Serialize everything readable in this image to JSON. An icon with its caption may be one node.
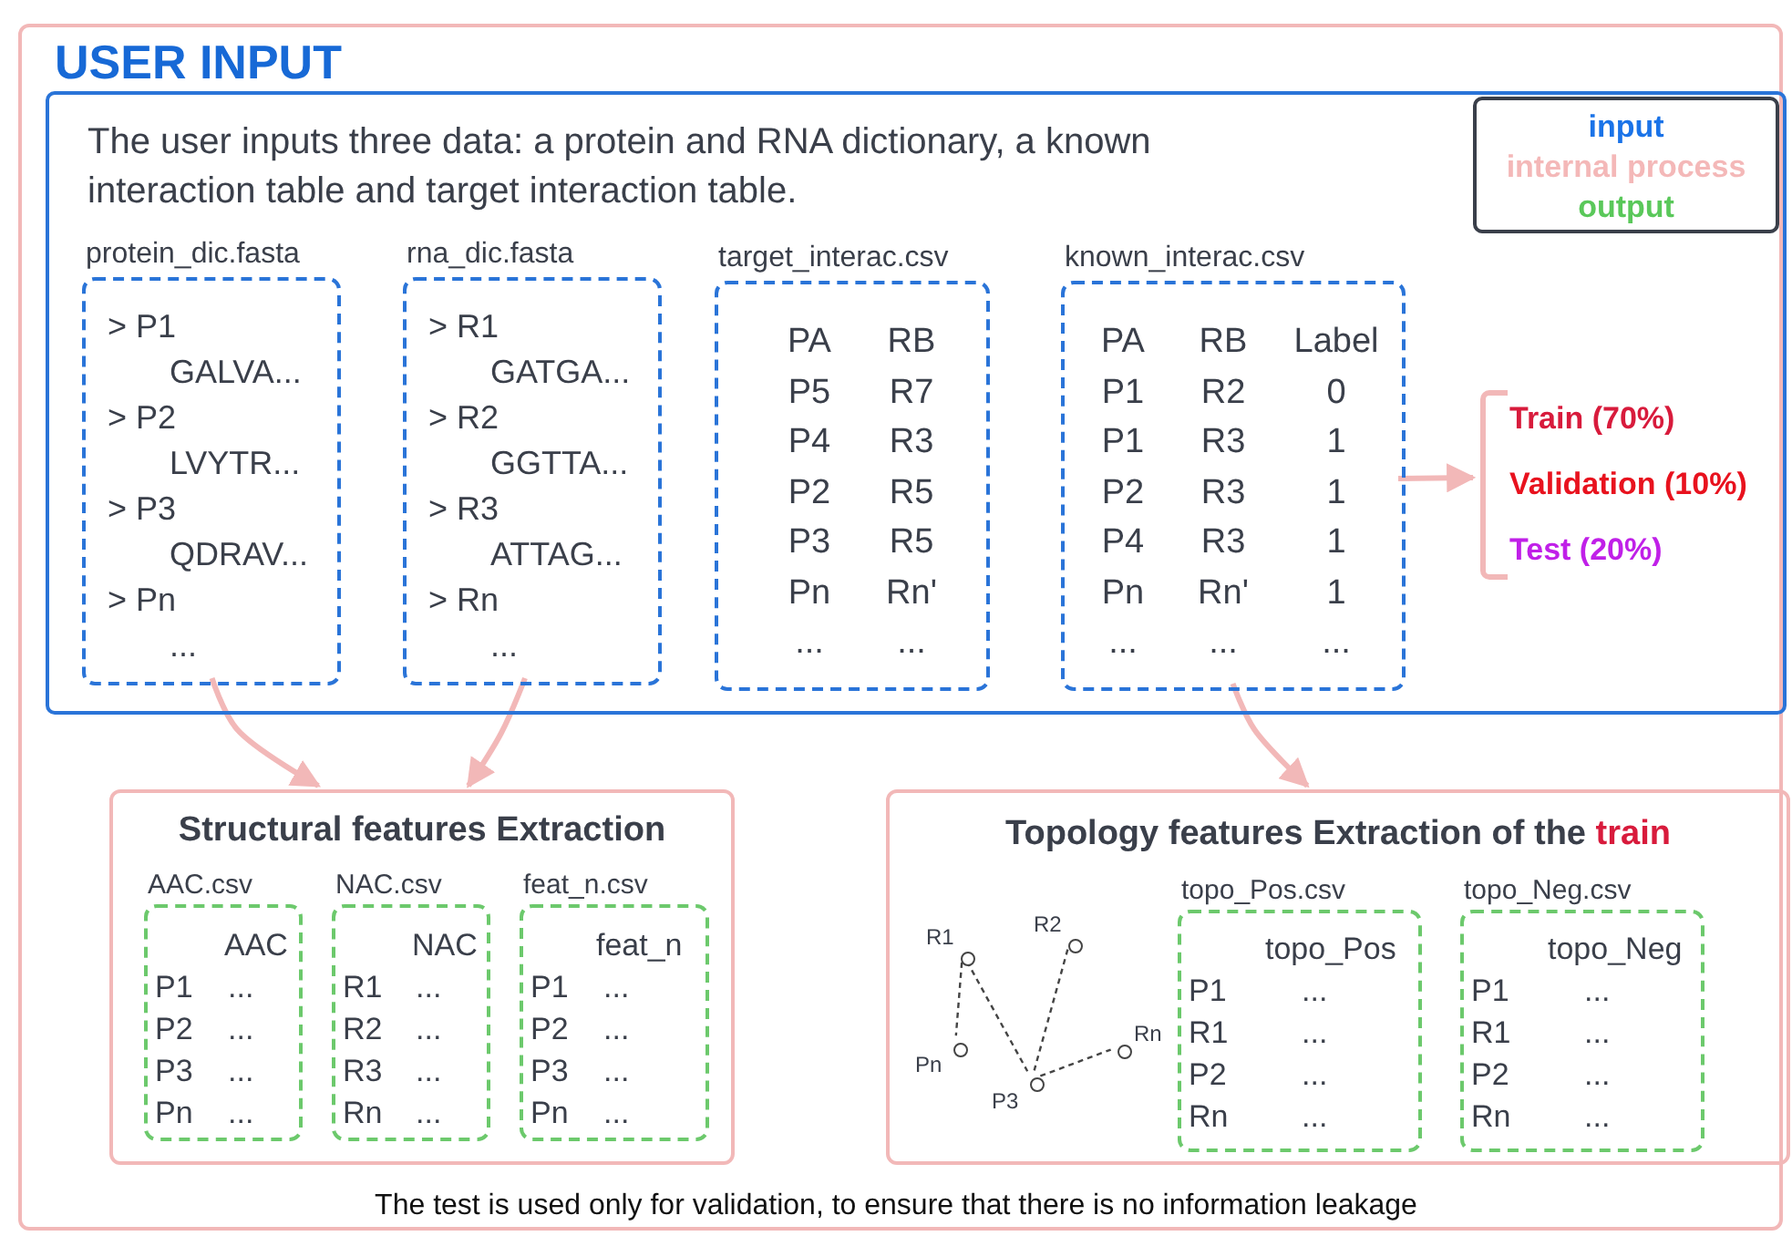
{
  "diagram": {
    "nodes": [
      {
        "text": [],
        "shape": "box"
      },
      {
        "text": [
          "USER INPUT",
          "The user inputs three data: a protein and RNA dictionary, a known interaction table and target interaction table."
        ],
        "in": 0
      },
      {
        "text": [
          "protein_dic.fasta",
          "> P1",
          "GALVA...",
          "> P2",
          "LVYTR...",
          "> P3",
          "QDRAV...",
          "> Pn",
          "..."
        ],
        "in": 1
      },
      {
        "text": [
          "rna_dic.fasta",
          "> R1",
          "GATGA...",
          "> R2",
          "GGTTA...",
          "> R3",
          "ATTAG...",
          "> Rn",
          "..."
        ],
        "in": 1
      },
      {
        "text": [
          "target_interac.csv",
          "PA",
          "RB",
          "P5",
          "R7",
          "P4",
          "R3",
          "P2",
          "R5",
          "P3",
          "R5",
          "Pn",
          "Rn'",
          "...",
          "..."
        ],
        "in": 1
      },
      {
        "text": [
          "known_interac.csv",
          "PA",
          "RB",
          "Label",
          "P1",
          "R2",
          "0",
          "P1",
          "R3",
          "1",
          "P2",
          "R3",
          "1",
          "P4",
          "R3",
          "1",
          "Pn",
          "Rn'",
          "1",
          "...",
          "...",
          "..."
        ],
        "in": 1
      },
      {
        "text": [
          "Train (70%)",
          "Validation (10%)",
          "Test (20%)"
        ],
        "in": 1
      },
      {
        "text": [
          "Structural features Extraction"
        ],
        "in": 0
      },
      {
        "text": [
          "AAC.csv",
          "AAC",
          "P1",
          "...",
          "P2",
          "...",
          "P3",
          "...",
          "Pn",
          "..."
        ],
        "in": 7
      },
      {
        "text": [
          "NAC.csv",
          "NAC",
          "R1",
          "...",
          "R2",
          "...",
          "R3",
          "...",
          "Rn",
          "..."
        ],
        "in": 7
      },
      {
        "text": [
          "feat_n.csv",
          "feat_n",
          "P1",
          "...",
          "P2",
          "...",
          "P3",
          "...",
          "Pn",
          "..."
        ],
        "in": 7
      },
      {
        "text": [
          "Topology features Extraction of the",
          "train"
        ],
        "in": 0
      },
      {
        "text": [
          "R1"
        ],
        "in": 11
      },
      {
        "text": [
          "R2"
        ],
        "in": 11
      },
      {
        "text": [
          "Pn"
        ],
        "in": 11
      },
      {
        "text": [
          "P3"
        ],
        "in": 11
      },
      {
        "text": [
          "Rn"
        ],
        "in": 11
      },
      {
        "text": [
          "topo_Pos.csv",
          "topo_Pos",
          "P1",
          "...",
          "R1",
          "...",
          "P2",
          "...",
          "Rn",
          "..."
        ],
        "in": 11
      },
      {
        "text": [
          "topo_Neg.csv",
          "topo_Neg",
          "P1",
          "...",
          "R1",
          "...",
          "P2",
          "...",
          "Rn",
          "..."
        ],
        "in": 11
      }
    ],
    "edges": [
      {
        "from": 2,
        "to": 7,
        "arrow": "to",
        "style": "thick"
      },
      {
        "from": 3,
        "to": 7,
        "arrow": "to",
        "style": "thick"
      },
      {
        "from": 5,
        "to": 6,
        "arrow": "to",
        "style": "thick"
      },
      {
        "from": 5,
        "to": 11,
        "arrow": "to",
        "style": "thick"
      },
      {
        "from": 12,
        "to": 14,
        "arrow": "none",
        "style": "dashed",
        "color": "#444444"
      },
      {
        "from": 12,
        "to": 15,
        "arrow": "none",
        "style": "dashed",
        "color": "#444444"
      },
      {
        "from": 13,
        "to": 15,
        "arrow": "none",
        "style": "dashed",
        "color": "#444444"
      },
      {
        "from": 15,
        "to": 16,
        "arrow": "none",
        "style": "dashed",
        "color": "#444444"
      }
    ],
    "labels": [
      "The test is used only for validation, to ensure that there is no information leakage"
    ],
    "legend": [
      {
        "text": "input",
        "color": "#1a73e8"
      },
      {
        "text": "internal process",
        "color": "#f4b8b8"
      },
      {
        "text": "output",
        "color": "#5ac85a"
      }
    ]
  }
}
